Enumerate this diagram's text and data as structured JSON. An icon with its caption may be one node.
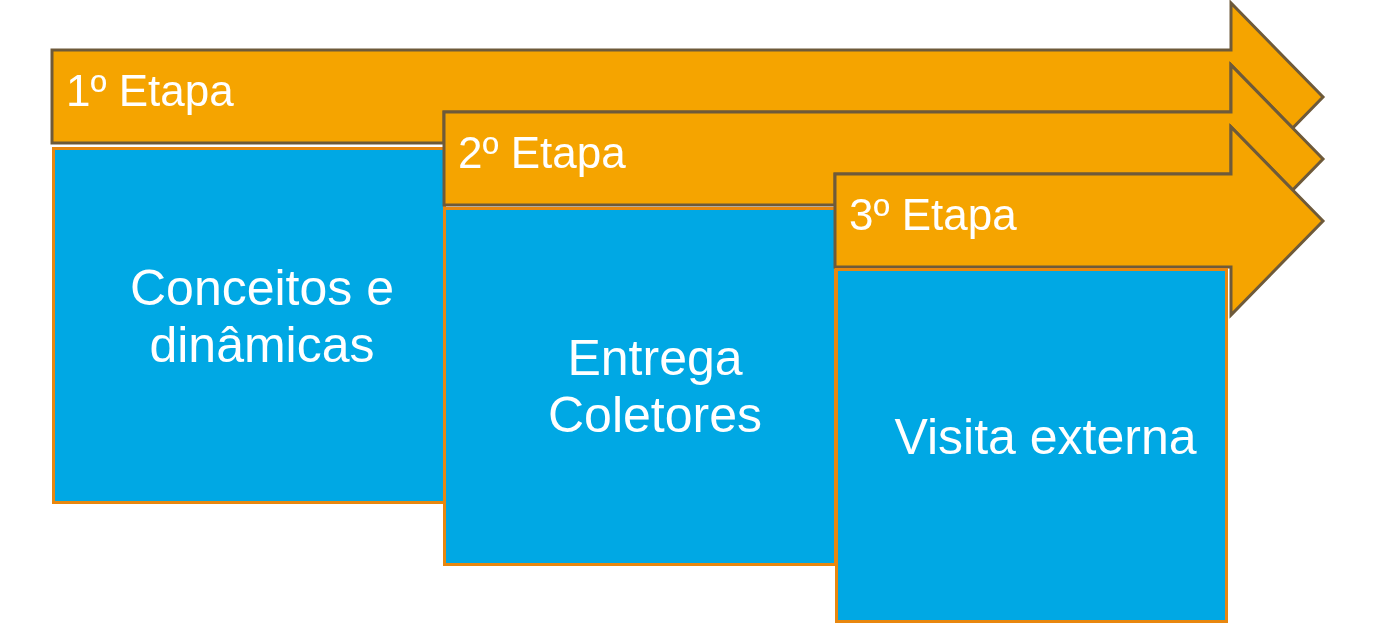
{
  "diagram": {
    "nodes": [
      {
        "text": [
          "1º Etapa"
        ]
      },
      {
        "text": [
          "Conceitos e dinâmicas"
        ]
      },
      {
        "text": [
          "2º Etapa"
        ]
      },
      {
        "text": [
          "Entrega Coletores"
        ]
      },
      {
        "text": [
          "3º Etapa"
        ]
      },
      {
        "text": [
          "Visita externa"
        ]
      }
    ]
  }
}
